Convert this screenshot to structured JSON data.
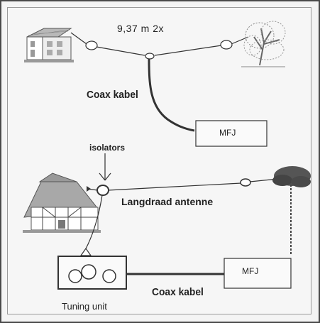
{
  "top_diagram": {
    "length_label": "9,37 m 2x",
    "coax_label": "Coax kabel",
    "mfj_label": "MFJ"
  },
  "bottom_diagram": {
    "isolators_label": "isolators",
    "antenna_label": "Langdraad antenne",
    "mfj_label": "MFJ",
    "coax_label": "Coax kabel",
    "tuning_label": "Tuning unit"
  },
  "icons": [
    "house-icon",
    "farmhouse-icon",
    "birch-tree-icon",
    "pine-tree-icon",
    "insulator-icon",
    "arrow-down-icon"
  ]
}
